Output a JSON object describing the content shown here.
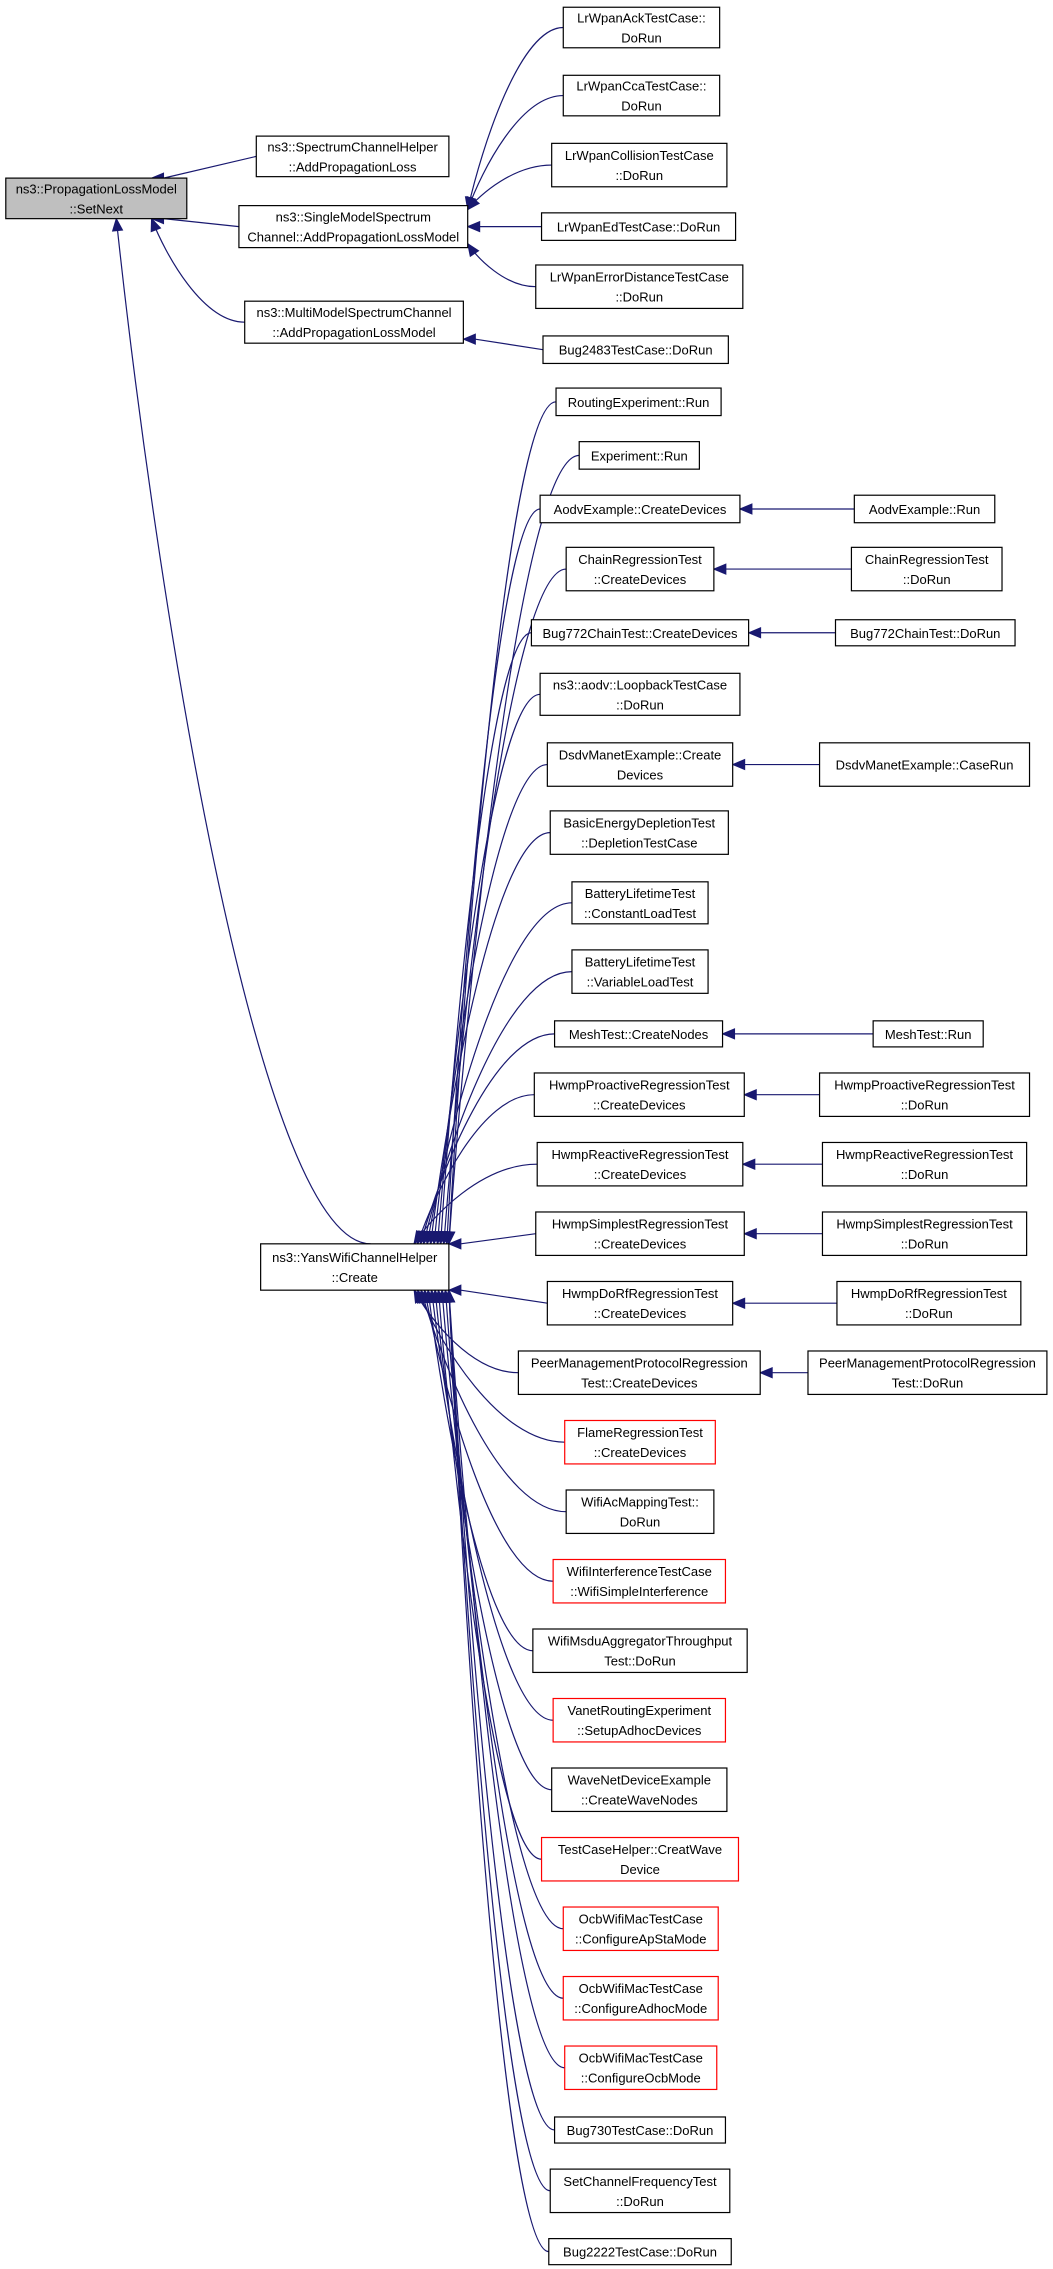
{
  "colors": {
    "edge": "#191970",
    "border": "#000000",
    "border_incomplete": "#ff0000",
    "root_fill": "#bfbfbf",
    "fill": "#ffffff"
  },
  "nodes": [
    {
      "id": "root",
      "lines": [
        "ns3::PropagationLossModel",
        "::SetNext"
      ],
      "kind": "root"
    },
    {
      "id": "spec_helper",
      "lines": [
        "ns3::SpectrumChannelHelper",
        "::AddPropagationLoss"
      ],
      "kind": "normal"
    },
    {
      "id": "single_model",
      "lines": [
        "ns3::SingleModelSpectrum",
        "Channel::AddPropagationLossModel"
      ],
      "kind": "normal"
    },
    {
      "id": "multi_model",
      "lines": [
        "ns3::MultiModelSpectrumChannel",
        "::AddPropagationLossModel"
      ],
      "kind": "normal"
    },
    {
      "id": "yans",
      "lines": [
        "ns3::YansWifiChannelHelper",
        "::Create"
      ],
      "kind": "normal"
    },
    {
      "id": "lrack",
      "lines": [
        "LrWpanAckTestCase::",
        "DoRun"
      ],
      "kind": "normal"
    },
    {
      "id": "lrcca",
      "lines": [
        "LrWpanCcaTestCase::",
        "DoRun"
      ],
      "kind": "normal"
    },
    {
      "id": "lrcoll",
      "lines": [
        "LrWpanCollisionTestCase",
        "::DoRun"
      ],
      "kind": "normal"
    },
    {
      "id": "lred",
      "lines": [
        "LrWpanEdTestCase::DoRun"
      ],
      "kind": "normal"
    },
    {
      "id": "lrerr",
      "lines": [
        "LrWpanErrorDistanceTestCase",
        "::DoRun"
      ],
      "kind": "normal"
    },
    {
      "id": "bug2483",
      "lines": [
        "Bug2483TestCase::DoRun"
      ],
      "kind": "normal"
    },
    {
      "id": "routexp",
      "lines": [
        "RoutingExperiment::Run"
      ],
      "kind": "normal"
    },
    {
      "id": "exprun",
      "lines": [
        "Experiment::Run"
      ],
      "kind": "normal"
    },
    {
      "id": "aodvcd",
      "lines": [
        "AodvExample::CreateDevices"
      ],
      "kind": "normal"
    },
    {
      "id": "aodvrun",
      "lines": [
        "AodvExample::Run"
      ],
      "kind": "normal"
    },
    {
      "id": "chaincd",
      "lines": [
        "ChainRegressionTest",
        "::CreateDevices"
      ],
      "kind": "normal"
    },
    {
      "id": "chainrun",
      "lines": [
        "ChainRegressionTest",
        "::DoRun"
      ],
      "kind": "normal"
    },
    {
      "id": "bug772cd",
      "lines": [
        "Bug772ChainTest::CreateDevices"
      ],
      "kind": "normal"
    },
    {
      "id": "bug772run",
      "lines": [
        "Bug772ChainTest::DoRun"
      ],
      "kind": "normal"
    },
    {
      "id": "loopback",
      "lines": [
        "ns3::aodv::LoopbackTestCase",
        "::DoRun"
      ],
      "kind": "normal"
    },
    {
      "id": "dsdvcd",
      "lines": [
        "DsdvManetExample::Create",
        "Devices"
      ],
      "kind": "normal"
    },
    {
      "id": "dsdvrun",
      "lines": [
        "DsdvManetExample::CaseRun"
      ],
      "kind": "normal"
    },
    {
      "id": "basicen",
      "lines": [
        "BasicEnergyDepletionTest",
        "::DepletionTestCase"
      ],
      "kind": "normal"
    },
    {
      "id": "battconst",
      "lines": [
        "BatteryLifetimeTest",
        "::ConstantLoadTest"
      ],
      "kind": "normal"
    },
    {
      "id": "battvar",
      "lines": [
        "BatteryLifetimeTest",
        "::VariableLoadTest"
      ],
      "kind": "normal"
    },
    {
      "id": "meshcn",
      "lines": [
        "MeshTest::CreateNodes"
      ],
      "kind": "normal"
    },
    {
      "id": "meshrun",
      "lines": [
        "MeshTest::Run"
      ],
      "kind": "normal"
    },
    {
      "id": "hproactcd",
      "lines": [
        "HwmpProactiveRegressionTest",
        "::CreateDevices"
      ],
      "kind": "normal"
    },
    {
      "id": "hproactrun",
      "lines": [
        "HwmpProactiveRegressionTest",
        "::DoRun"
      ],
      "kind": "normal"
    },
    {
      "id": "hreactcd",
      "lines": [
        "HwmpReactiveRegressionTest",
        "::CreateDevices"
      ],
      "kind": "normal"
    },
    {
      "id": "hreactrun",
      "lines": [
        "HwmpReactiveRegressionTest",
        "::DoRun"
      ],
      "kind": "normal"
    },
    {
      "id": "hsimpcd",
      "lines": [
        "HwmpSimplestRegressionTest",
        "::CreateDevices"
      ],
      "kind": "normal"
    },
    {
      "id": "hsimprun",
      "lines": [
        "HwmpSimplestRegressionTest",
        "::DoRun"
      ],
      "kind": "normal"
    },
    {
      "id": "hdorfcd",
      "lines": [
        "HwmpDoRfRegressionTest",
        "::CreateDevices"
      ],
      "kind": "normal"
    },
    {
      "id": "hdorfrun",
      "lines": [
        "HwmpDoRfRegressionTest",
        "::DoRun"
      ],
      "kind": "normal"
    },
    {
      "id": "peercd",
      "lines": [
        "PeerManagementProtocolRegression",
        "Test::CreateDevices"
      ],
      "kind": "normal"
    },
    {
      "id": "peerrun",
      "lines": [
        "PeerManagementProtocolRegression",
        "Test::DoRun"
      ],
      "kind": "normal"
    },
    {
      "id": "flame",
      "lines": [
        "FlameRegressionTest",
        "::CreateDevices"
      ],
      "kind": "incomplete"
    },
    {
      "id": "wifiac",
      "lines": [
        "WifiAcMappingTest::",
        "DoRun"
      ],
      "kind": "normal"
    },
    {
      "id": "wifiint",
      "lines": [
        "WifiInterferenceTestCase",
        "::WifiSimpleInterference"
      ],
      "kind": "incomplete"
    },
    {
      "id": "wifimsdu",
      "lines": [
        "WifiMsduAggregatorThroughput",
        "Test::DoRun"
      ],
      "kind": "normal"
    },
    {
      "id": "vanet",
      "lines": [
        "VanetRoutingExperiment",
        "::SetupAdhocDevices"
      ],
      "kind": "incomplete"
    },
    {
      "id": "wavenet",
      "lines": [
        "WaveNetDeviceExample",
        "::CreateWaveNodes"
      ],
      "kind": "normal"
    },
    {
      "id": "tchelper",
      "lines": [
        "TestCaseHelper::CreatWave",
        "Device"
      ],
      "kind": "incomplete"
    },
    {
      "id": "ocbapsta",
      "lines": [
        "OcbWifiMacTestCase",
        "::ConfigureApStaMode"
      ],
      "kind": "incomplete"
    },
    {
      "id": "ocbadhoc",
      "lines": [
        "OcbWifiMacTestCase",
        "::ConfigureAdhocMode"
      ],
      "kind": "incomplete"
    },
    {
      "id": "ocbocb",
      "lines": [
        "OcbWifiMacTestCase",
        "::ConfigureOcbMode"
      ],
      "kind": "incomplete"
    },
    {
      "id": "bug730",
      "lines": [
        "Bug730TestCase::DoRun"
      ],
      "kind": "normal"
    },
    {
      "id": "setchan",
      "lines": [
        "SetChannelFrequencyTest",
        "::DoRun"
      ],
      "kind": "normal"
    },
    {
      "id": "bug2222",
      "lines": [
        "Bug2222TestCase::DoRun"
      ],
      "kind": "normal"
    }
  ],
  "edges": [
    {
      "from": "spec_helper",
      "to": "root"
    },
    {
      "from": "single_model",
      "to": "root"
    },
    {
      "from": "multi_model",
      "to": "root"
    },
    {
      "from": "yans",
      "to": "root"
    },
    {
      "from": "lrack",
      "to": "single_model"
    },
    {
      "from": "lrcca",
      "to": "single_model"
    },
    {
      "from": "lrcoll",
      "to": "single_model"
    },
    {
      "from": "lred",
      "to": "single_model"
    },
    {
      "from": "lrerr",
      "to": "single_model"
    },
    {
      "from": "bug2483",
      "to": "multi_model"
    },
    {
      "from": "routexp",
      "to": "yans"
    },
    {
      "from": "exprun",
      "to": "yans"
    },
    {
      "from": "aodvcd",
      "to": "yans"
    },
    {
      "from": "chaincd",
      "to": "yans"
    },
    {
      "from": "bug772cd",
      "to": "yans"
    },
    {
      "from": "loopback",
      "to": "yans"
    },
    {
      "from": "dsdvcd",
      "to": "yans"
    },
    {
      "from": "basicen",
      "to": "yans"
    },
    {
      "from": "battconst",
      "to": "yans"
    },
    {
      "from": "battvar",
      "to": "yans"
    },
    {
      "from": "meshcn",
      "to": "yans"
    },
    {
      "from": "hproactcd",
      "to": "yans"
    },
    {
      "from": "hreactcd",
      "to": "yans"
    },
    {
      "from": "hsimpcd",
      "to": "yans"
    },
    {
      "from": "hdorfcd",
      "to": "yans"
    },
    {
      "from": "peercd",
      "to": "yans"
    },
    {
      "from": "flame",
      "to": "yans"
    },
    {
      "from": "wifiac",
      "to": "yans"
    },
    {
      "from": "wifiint",
      "to": "yans"
    },
    {
      "from": "wifimsdu",
      "to": "yans"
    },
    {
      "from": "vanet",
      "to": "yans"
    },
    {
      "from": "wavenet",
      "to": "yans"
    },
    {
      "from": "tchelper",
      "to": "yans"
    },
    {
      "from": "ocbapsta",
      "to": "yans"
    },
    {
      "from": "ocbadhoc",
      "to": "yans"
    },
    {
      "from": "ocbocb",
      "to": "yans"
    },
    {
      "from": "bug730",
      "to": "yans"
    },
    {
      "from": "setchan",
      "to": "yans"
    },
    {
      "from": "bug2222",
      "to": "yans"
    },
    {
      "from": "aodvrun",
      "to": "aodvcd"
    },
    {
      "from": "chainrun",
      "to": "chaincd"
    },
    {
      "from": "bug772run",
      "to": "bug772cd"
    },
    {
      "from": "dsdvrun",
      "to": "dsdvcd"
    },
    {
      "from": "meshrun",
      "to": "meshcn"
    },
    {
      "from": "hproactrun",
      "to": "hproactcd"
    },
    {
      "from": "hreactrun",
      "to": "hreactcd"
    },
    {
      "from": "hsimprun",
      "to": "hsimpcd"
    },
    {
      "from": "hdorfrun",
      "to": "hdorfcd"
    },
    {
      "from": "peerrun",
      "to": "peercd"
    }
  ]
}
